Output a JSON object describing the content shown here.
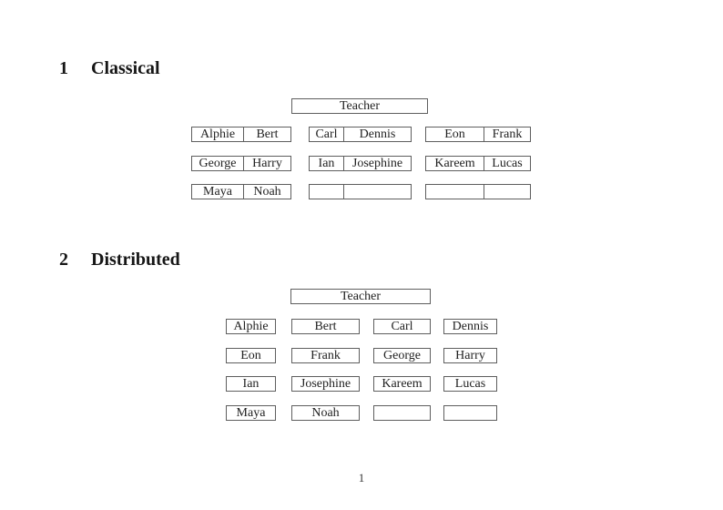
{
  "page_number": "1",
  "colors": {
    "background": "#ffffff",
    "ink": "#1f1f1f",
    "box_border": "#5e5e5e"
  },
  "classical": {
    "heading_number": "1",
    "heading_title": "Classical",
    "teacher": "Teacher",
    "rows": [
      [
        {
          "left": "Alphie",
          "right": "Bert"
        },
        {
          "left": "Carl",
          "right": "Dennis"
        },
        {
          "left": "Eon",
          "right": "Frank"
        }
      ],
      [
        {
          "left": "George",
          "right": "Harry"
        },
        {
          "left": "Ian",
          "right": "Josephine"
        },
        {
          "left": "Kareem",
          "right": "Lucas"
        }
      ],
      [
        {
          "left": "Maya",
          "right": "Noah"
        },
        {
          "left": "",
          "right": ""
        },
        {
          "left": "",
          "right": ""
        }
      ]
    ]
  },
  "distributed": {
    "heading_number": "2",
    "heading_title": "Distributed",
    "teacher": "Teacher",
    "rows": [
      [
        "Alphie",
        "Bert",
        "Carl",
        "Dennis"
      ],
      [
        "Eon",
        "Frank",
        "George",
        "Harry"
      ],
      [
        "Ian",
        "Josephine",
        "Kareem",
        "Lucas"
      ],
      [
        "Maya",
        "Noah",
        "",
        ""
      ]
    ]
  }
}
